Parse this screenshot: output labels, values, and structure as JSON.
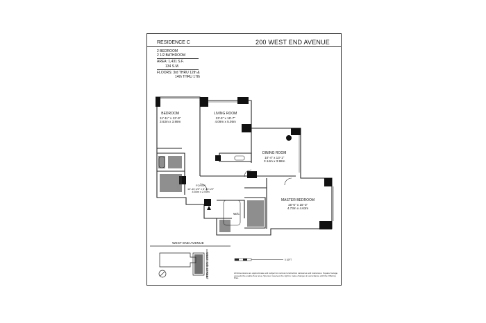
{
  "header": {
    "residence": "RESIDENCE C",
    "building": "200 WEST END AVENUE"
  },
  "specs": {
    "bedrooms": "2 BEDROOM",
    "bathrooms": "2 1/2 BATHROOM",
    "area_sf": "AREA: 1,431 S.F.",
    "area_sm": "134 S.M.",
    "floors_1": "FLOORS: 3rd THRU 12th &",
    "floors_2": "14th THRU 17th"
  },
  "rooms": {
    "bedroom": {
      "name": "BEDROOM",
      "ft": "11'-11\" x 12'-9\"",
      "m": "3.63m x 3.89m"
    },
    "living": {
      "name": "LIVING ROOM",
      "ft": "13'-5\" x 16'-7\"",
      "m": "4.09m x 5.05m"
    },
    "dining": {
      "name": "DINING ROOM",
      "ft": "10'-4\" x 13'-1\"",
      "m": "3.14m x 3.98m"
    },
    "foyer": {
      "name": "FOYER",
      "ft": "14'-10 1/2\" x 6'-10 1/2\"",
      "m": "4.50m x 2.09m"
    },
    "master": {
      "name": "MASTER BEDROOM",
      "ft": "15'-6\" x 15'-3\"",
      "m": "4.73m x 4.63m"
    },
    "wc": "W/C"
  },
  "site": {
    "street_horizontal": "WEST END AVENUE",
    "street_vertical": "WEST 70th STREET"
  },
  "scale": {
    "label": "0  10FT"
  },
  "disclaimer": "All dimensions are approximate and subject to normal construction variances and tolerances. Square footage exceeds the usable floor area. Sponsor reserves the right to make changes in accordance with the Offering Plan."
}
